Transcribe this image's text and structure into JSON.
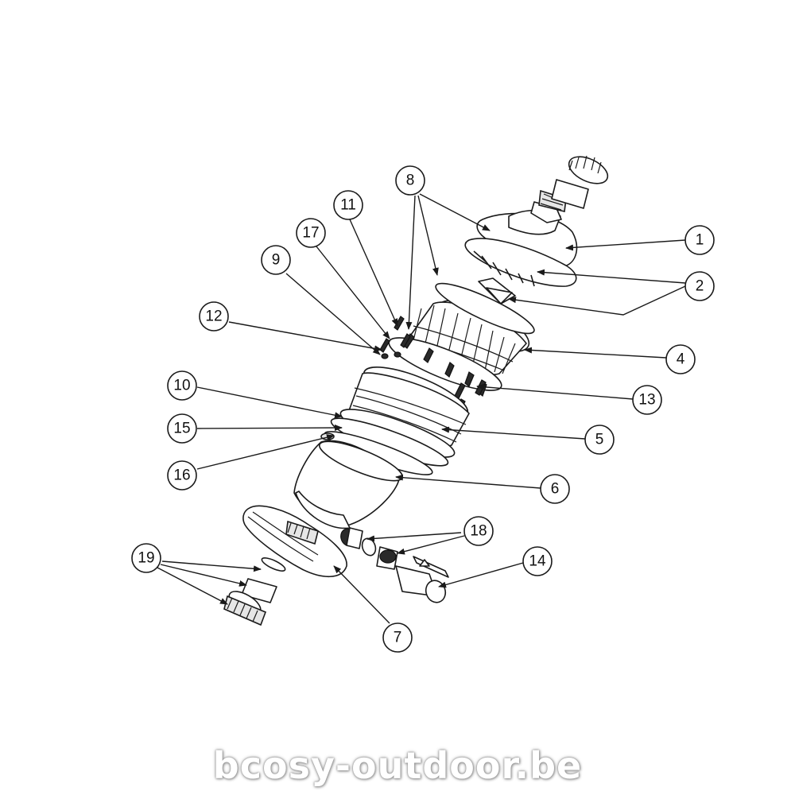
{
  "diagram": {
    "type": "exploded-parts-view",
    "callouts": [
      "1",
      "2",
      "4",
      "5",
      "6",
      "7",
      "8",
      "9",
      "10",
      "11",
      "12",
      "13",
      "14",
      "15",
      "16",
      "17",
      "18",
      "19"
    ]
  },
  "watermark": {
    "text": "bcosy-outdoor.be"
  }
}
